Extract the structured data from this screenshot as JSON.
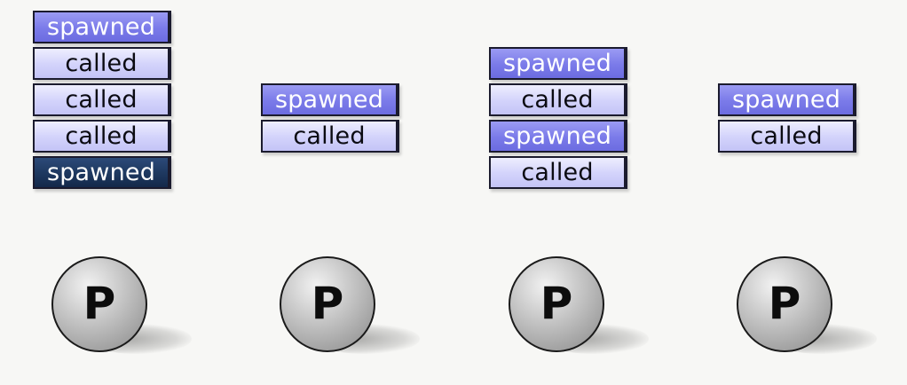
{
  "stacks": [
    {
      "frames": [
        {
          "label": "spawned",
          "kind": "spawned"
        },
        {
          "label": "called",
          "kind": "called"
        },
        {
          "label": "called",
          "kind": "called"
        },
        {
          "label": "called",
          "kind": "called"
        },
        {
          "label": "spawned",
          "kind": "current"
        }
      ]
    },
    {
      "frames": [
        {
          "label": "spawned",
          "kind": "spawned"
        },
        {
          "label": "called",
          "kind": "called"
        }
      ]
    },
    {
      "frames": [
        {
          "label": "spawned",
          "kind": "spawned"
        },
        {
          "label": "called",
          "kind": "called"
        },
        {
          "label": "spawned",
          "kind": "spawned"
        },
        {
          "label": "called",
          "kind": "called"
        }
      ]
    },
    {
      "frames": [
        {
          "label": "spawned",
          "kind": "spawned"
        },
        {
          "label": "called",
          "kind": "called"
        }
      ]
    }
  ],
  "processors": [
    {
      "label": "P"
    },
    {
      "label": "P"
    },
    {
      "label": "P"
    },
    {
      "label": "P"
    }
  ],
  "colors": {
    "spawned": "#7a7ae9",
    "called": "#d2d2fb",
    "current": "#1c365c",
    "processor": "#b0b0b0"
  }
}
